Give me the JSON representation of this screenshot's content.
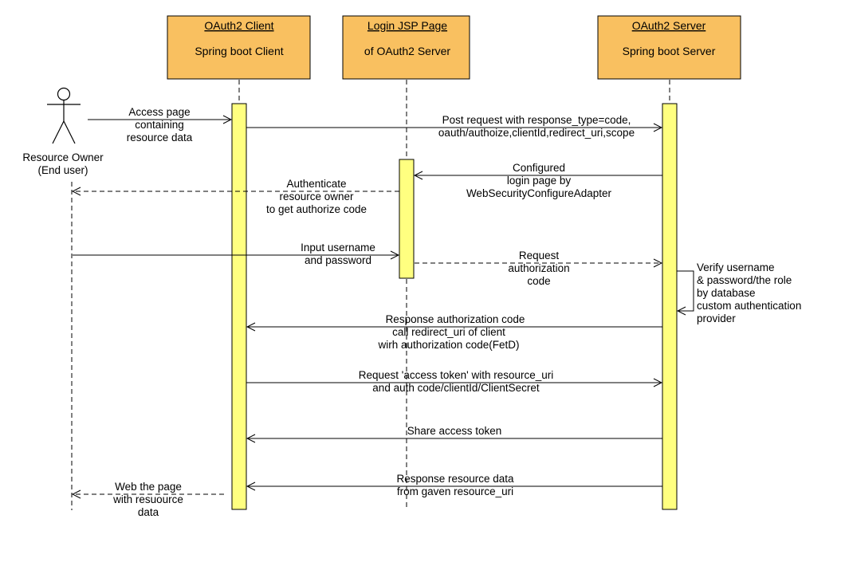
{
  "colors": {
    "participant_fill": "#f9c060",
    "activation_fill": "#ffff80",
    "line": "#000000",
    "background": "#ffffff"
  },
  "actor": {
    "name_line1": "Resource Owner",
    "name_line2": "(End user)",
    "icon": "stick-figure-icon"
  },
  "participants": [
    {
      "title": "OAuth2 Client",
      "subtitle": "Spring boot Client"
    },
    {
      "title": "Login JSP Page",
      "subtitle": "of OAuth2 Server"
    },
    {
      "title": "OAuth2 Server",
      "subtitle": "Spring boot Server"
    }
  ],
  "messages": [
    {
      "from": "actor",
      "to": "client",
      "style": "solid",
      "label": [
        "Access page",
        "containing",
        "resource data"
      ]
    },
    {
      "from": "client",
      "to": "server",
      "style": "solid",
      "label": [
        "Post request with response_type=code,",
        "oauth/authoize,clientId,redirect_uri,scope"
      ]
    },
    {
      "from": "server",
      "to": "login",
      "style": "solid",
      "label": [
        "Configured",
        "login page by",
        "WebSecurityConfigureAdapter"
      ]
    },
    {
      "from": "login",
      "to": "actor",
      "style": "dashed",
      "label": [
        "Authenticate",
        "resource owner",
        "to get authorize code"
      ]
    },
    {
      "from": "actor",
      "to": "login",
      "style": "solid",
      "label": [
        "Input username",
        "and password"
      ]
    },
    {
      "from": "login",
      "to": "server",
      "style": "dashed",
      "label": [
        "Request",
        "authorization",
        "code"
      ]
    },
    {
      "from": "server",
      "to": "server",
      "style": "solid",
      "label": [
        "Verify username",
        "& password/the role",
        "by database",
        "custom authentication",
        "provider"
      ]
    },
    {
      "from": "server",
      "to": "client",
      "style": "solid",
      "label": [
        "Response authorization code",
        "call  redirect_uri of client",
        "wirh authorization code(FetD)"
      ]
    },
    {
      "from": "client",
      "to": "server",
      "style": "solid",
      "label": [
        "Request 'access token' with resource_uri",
        "and auth code/clientId/ClientSecret"
      ]
    },
    {
      "from": "server",
      "to": "client",
      "style": "solid",
      "label": [
        "Share access token"
      ]
    },
    {
      "from": "server",
      "to": "client",
      "style": "solid",
      "label": [
        "Response resource data",
        "from gaven resource_uri"
      ]
    },
    {
      "from": "client",
      "to": "actor",
      "style": "dashed",
      "label": [
        "Web the page",
        "with resuource",
        "data"
      ]
    }
  ]
}
